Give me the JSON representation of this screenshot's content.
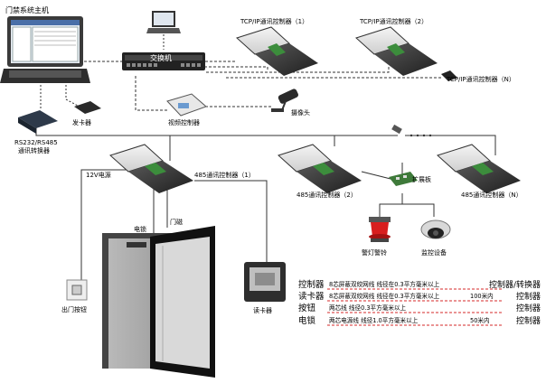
{
  "labels": {
    "host": "门禁系统主机",
    "switch": "交换机",
    "tcp1": "TCP/IP通讯控制器（1）",
    "tcp2": "TCP/IP通讯控制器（2）",
    "tcpn": "TCP/IP通讯控制器（N）",
    "video_ctrl": "视频控制器",
    "camera": "摄像头",
    "card_issuer": "发卡器",
    "converter": "RS232/RS485\n通讯转换器",
    "ctrl485_1": "485通讯控制器（1）",
    "ctrl485_2": "485通讯控制器（2）",
    "ctrl485_n": "485通讯控制器（N）",
    "power": "12V电源",
    "lock": "电锁",
    "door_sensor": "门磁",
    "exit_button": "出门按钮",
    "reader": "读卡器",
    "expansion": "扩展板",
    "alarm": "警灯警铃",
    "monitor": "监控设备"
  },
  "legend": [
    {
      "key": "控制器",
      "desc": "8芯屏蔽双绞网线  线径在0.3平方毫米以上",
      "dist": "",
      "right": "控制器/转换器"
    },
    {
      "key": "读卡器",
      "desc": "8芯屏蔽双绞网线  线径在0.3平方毫米以上",
      "dist": "100米内",
      "right": "控制器"
    },
    {
      "key": "按钮",
      "desc": "两芯线  线径0.3平方毫米以上",
      "dist": "",
      "right": "控制器"
    },
    {
      "key": "电锁",
      "desc": "两芯电源线  线径1.0平方毫米以上",
      "dist": "50米内",
      "right": "控制器"
    }
  ],
  "colors": {
    "legend_line": "#d42a2a",
    "device_dark": "#2b2b2b",
    "wire": "#333333"
  }
}
